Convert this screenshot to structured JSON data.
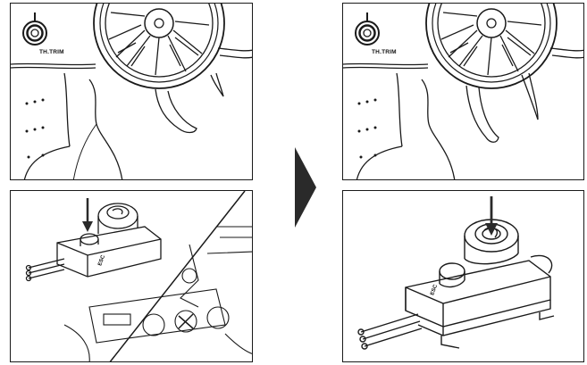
{
  "panels": {
    "top_left": {
      "trim_label": "TH.TRIM"
    },
    "top_right": {
      "trim_label": "TH.TRIM"
    },
    "bottom_left": {
      "module_label": "ESC"
    },
    "bottom_right": {
      "module_label": "ESC"
    }
  },
  "icons": {
    "step_arrow": "chevron-right-icon",
    "press_arrow": "down-arrow-icon"
  },
  "colors": {
    "line": "#1a1a1a",
    "arrow": "#2a2a2a"
  }
}
